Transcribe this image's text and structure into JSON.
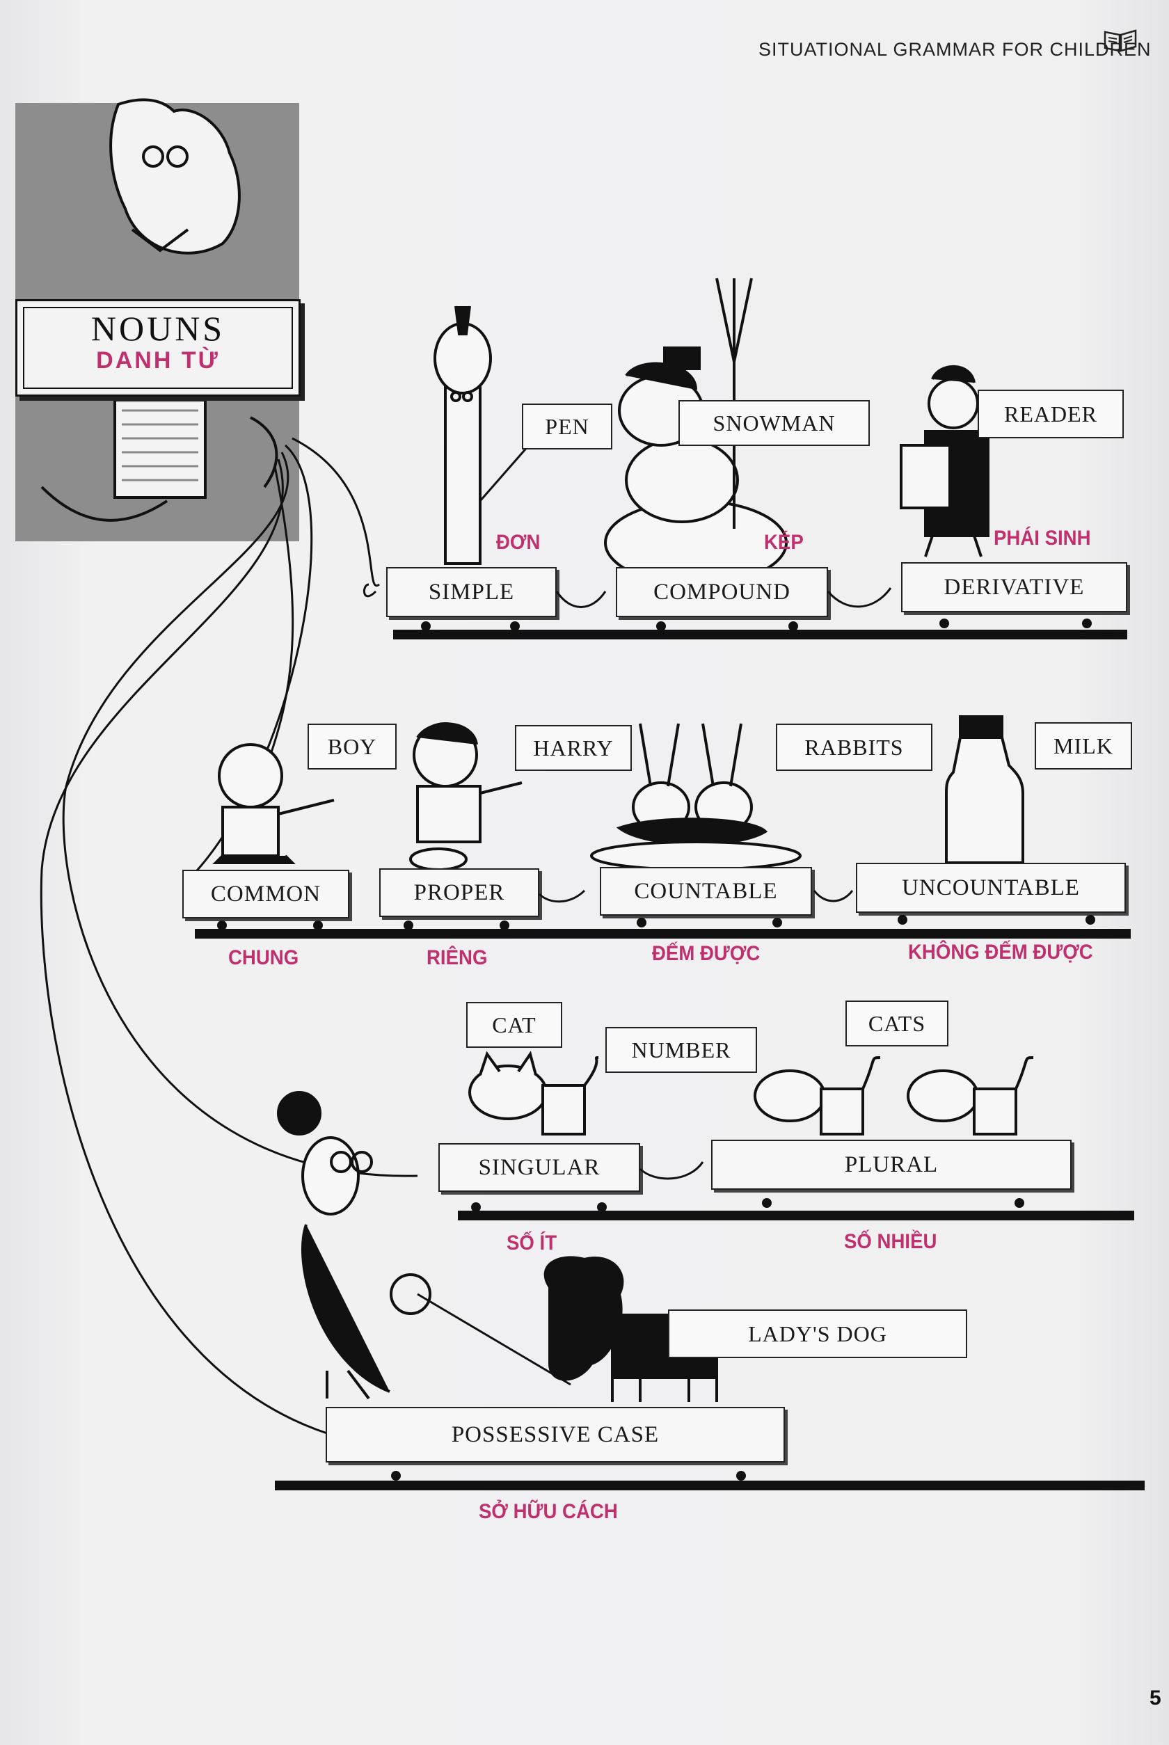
{
  "header": {
    "running_title": "SITUATIONAL GRAMMAR FOR CHILDREN",
    "page_number": "5"
  },
  "title": {
    "main": "NOUNS",
    "sub": "DANH TỪ"
  },
  "row1": {
    "categories": [
      {
        "label": "SIMPLE",
        "viet": "ĐƠN",
        "example": "PEN"
      },
      {
        "label": "COMPOUND",
        "viet": "KÉP",
        "example": "SNOWMAN"
      },
      {
        "label": "DERIVATIVE",
        "viet": "PHÁI SINH",
        "example": "READER"
      }
    ]
  },
  "row2": {
    "categories": [
      {
        "label": "COMMON",
        "viet": "CHUNG",
        "example": "BOY"
      },
      {
        "label": "PROPER",
        "viet": "RIÊNG",
        "example": "HARRY"
      },
      {
        "label": "COUNTABLE",
        "viet": "ĐẾM ĐƯỢC",
        "example": "RABBITS"
      },
      {
        "label": "UNCOUNTABLE",
        "viet": "KHÔNG ĐẾM ĐƯỢC",
        "example": "MILK"
      }
    ]
  },
  "row3": {
    "heading": "NUMBER",
    "categories": [
      {
        "label": "SINGULAR",
        "viet": "SỐ ÍT",
        "example": "CAT"
      },
      {
        "label": "PLURAL",
        "viet": "SỐ NHIỀU",
        "example": "CATS"
      }
    ]
  },
  "row4": {
    "categories": [
      {
        "label": "POSSESSIVE CASE",
        "viet": "SỞ HỮU CÁCH",
        "example": "LADY'S DOG"
      }
    ]
  },
  "colors": {
    "accent": "#c0306e",
    "ink": "#111111",
    "paper": "#eeeeef"
  }
}
